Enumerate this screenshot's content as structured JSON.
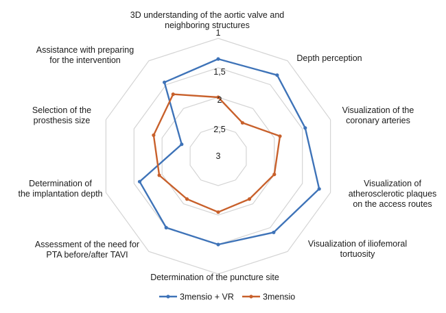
{
  "chart_data": {
    "type": "radar",
    "categories": [
      "3D understanding of the aortic valve and\nneighboring structures",
      "Depth perception",
      "Visualization of the\ncoronary arteries",
      "Visualization of\natherosclerotic plaques\non the access routes",
      "Visualization of iliofemoral\ntortuosity",
      "Determination of the puncture site",
      "Assessment of the need for\nPTA before/after TAVI",
      "Determination of\nthe implantation depth",
      "Selection of the\nprosthesis size",
      "Assistance with preparing\nfor the intervention"
    ],
    "series": [
      {
        "name": "3mensio + VR",
        "color": "#3e73b8",
        "values": [
          1.35,
          1.3,
          1.45,
          1.2,
          1.4,
          1.5,
          1.5,
          1.6,
          2.35,
          1.45
        ]
      },
      {
        "name": "3mensio",
        "color": "#c8602b",
        "values": [
          2.0,
          2.3,
          1.9,
          2.0,
          2.1,
          2.05,
          2.1,
          1.95,
          1.85,
          1.7
        ]
      }
    ],
    "radial_ticks": [
      "1",
      "1,5",
      "2",
      "2,5",
      "3"
    ],
    "rlim": [
      3,
      1
    ],
    "grid": true,
    "legend": "bottom"
  }
}
